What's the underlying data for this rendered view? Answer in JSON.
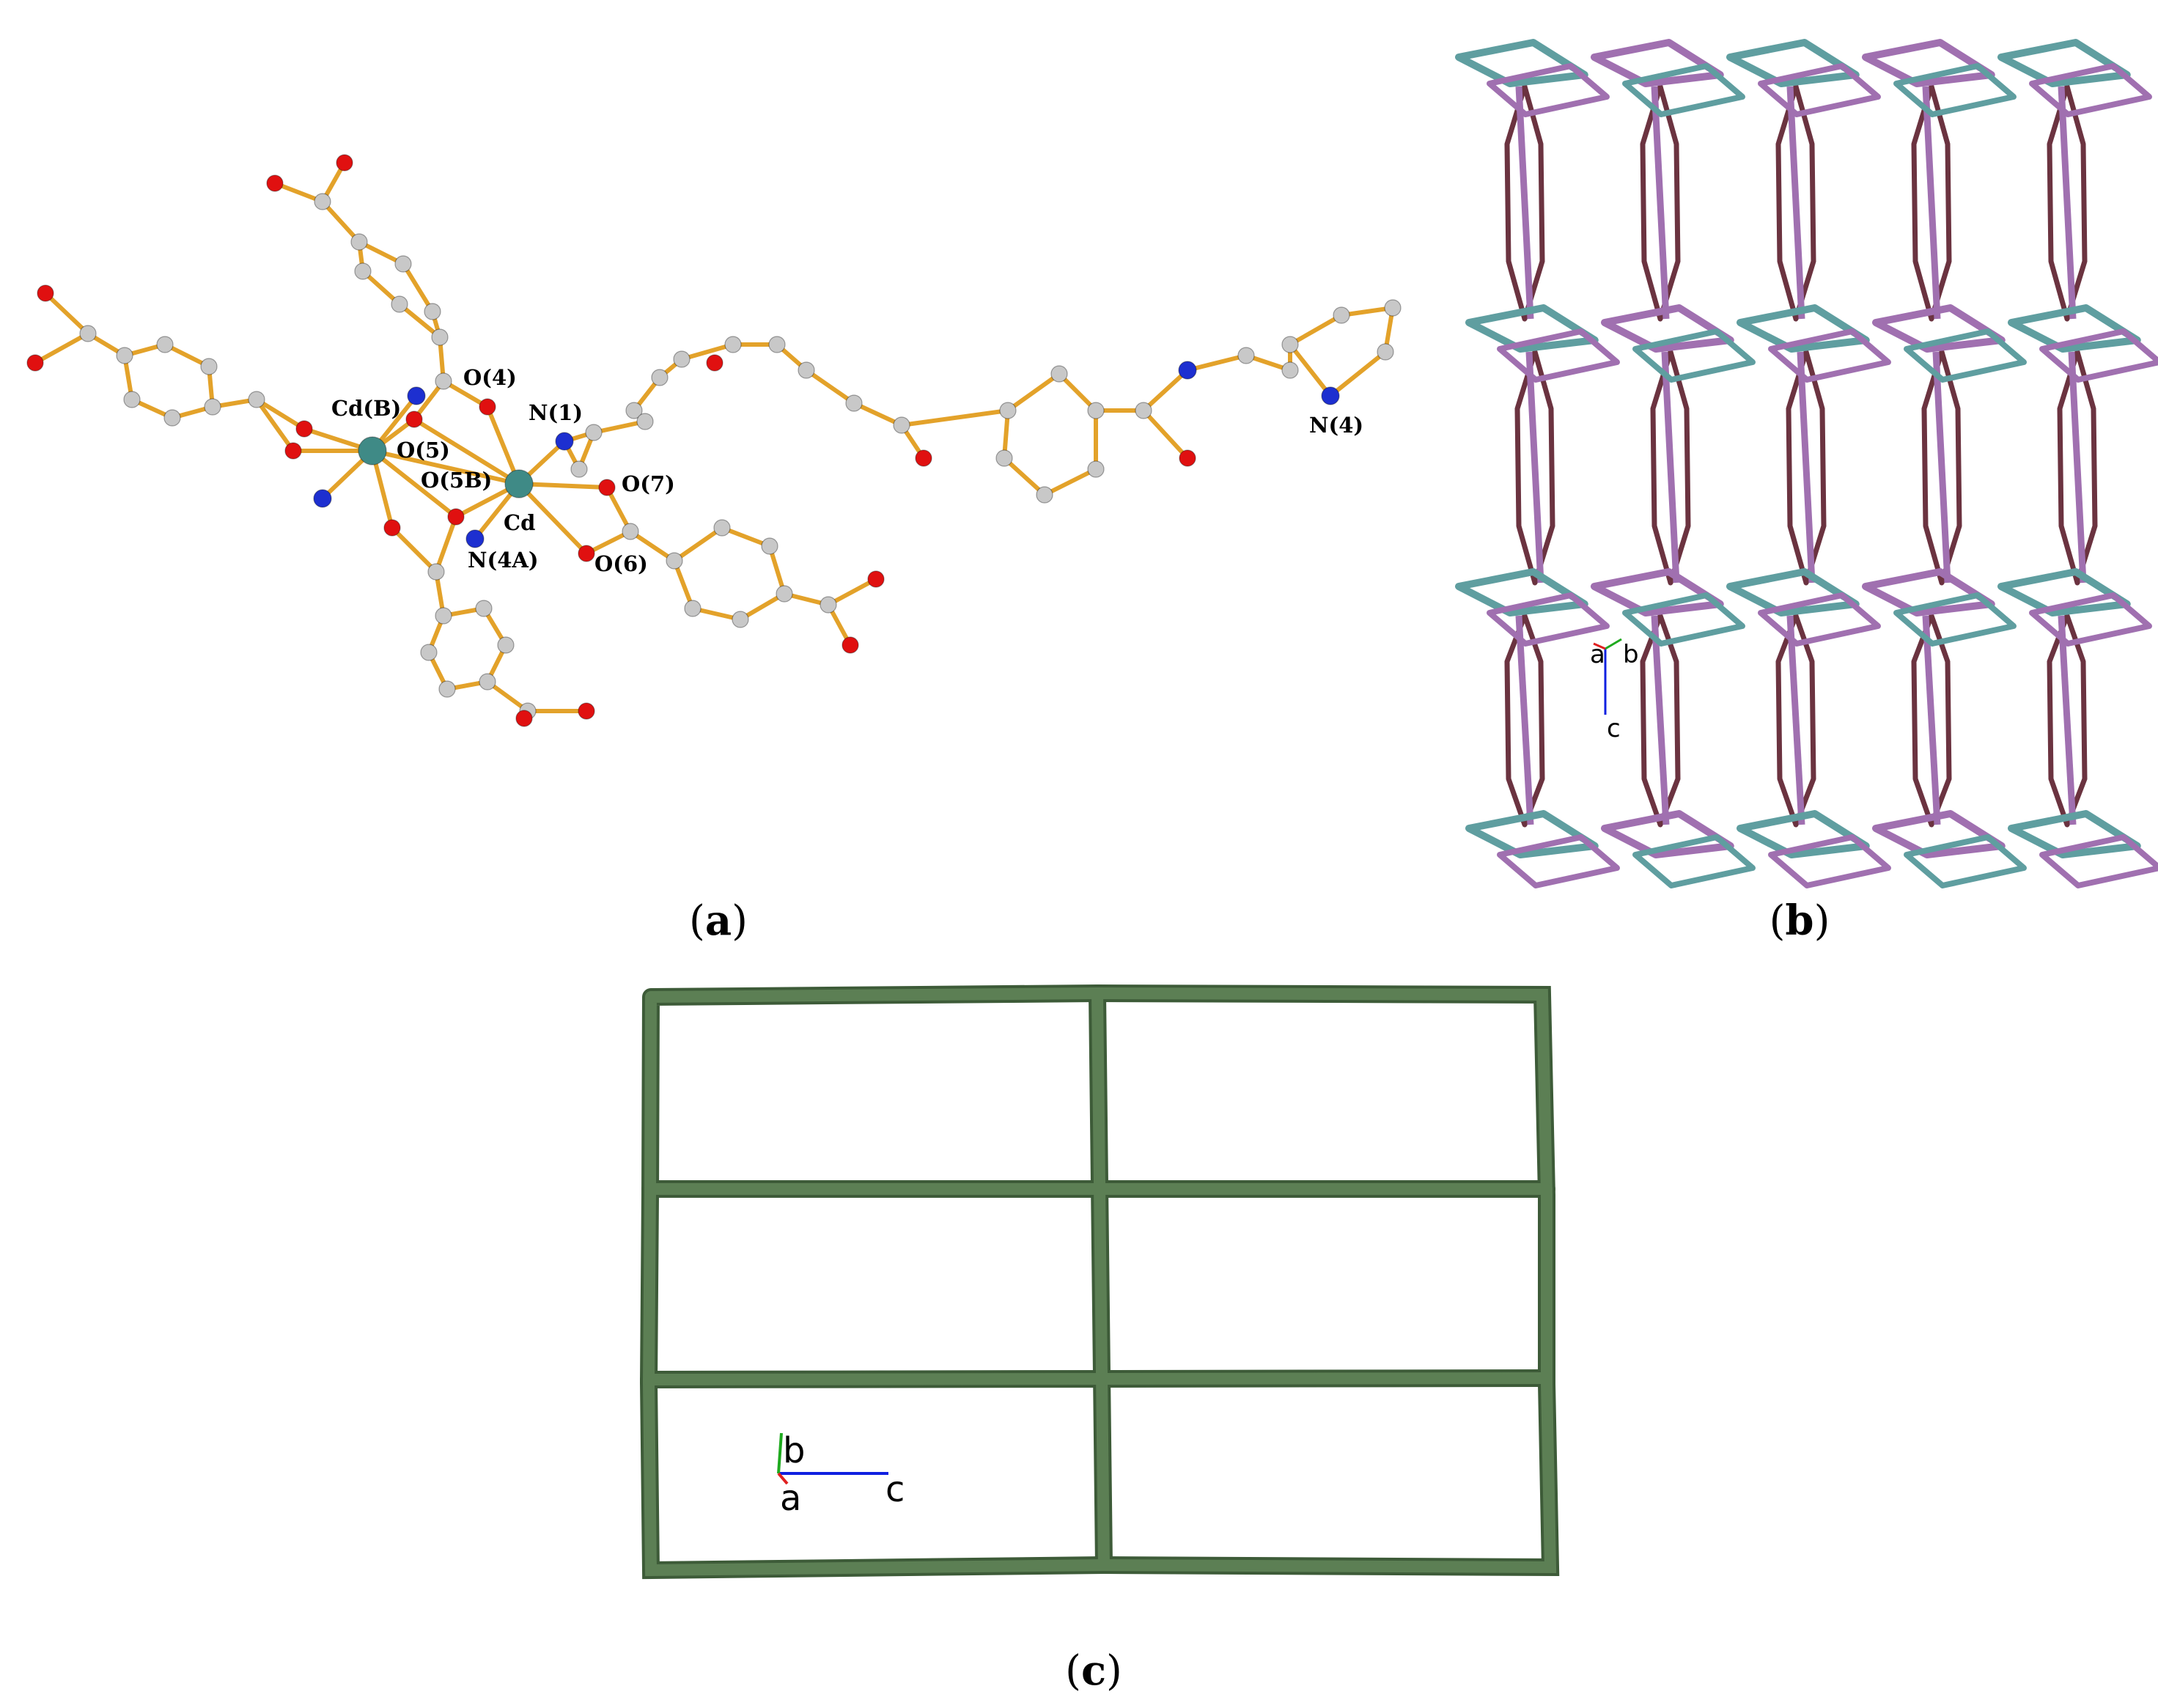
{
  "figure": {
    "panels": [
      {
        "id": "a",
        "caption_letter": "a",
        "atom_labels": [
          "Cd(B)",
          "O(4)",
          "N(1)",
          "O(5)",
          "O(5B)",
          "Cd",
          "O(7)",
          "N(4A)",
          "O(6)",
          "N(4)"
        ]
      },
      {
        "id": "b",
        "caption_letter": "b",
        "axes": {
          "a": "a",
          "b": "b",
          "c": "c"
        }
      },
      {
        "id": "c",
        "caption_letter": "c",
        "axes": {
          "a": "a",
          "b": "b",
          "c": "c"
        }
      }
    ],
    "colors": {
      "bond": "#e3a22a",
      "carbon": "#c8c8c8",
      "oxygen": "#e01010",
      "nitrogen": "#1d2fd0",
      "cadmium": "#3f8a86",
      "net_teal": "#5f9ea0",
      "net_violet": "#a070b0",
      "net_dark": "#6b3340",
      "net_green": "#4e6f48",
      "axis_red": "#e02020",
      "axis_green": "#1faa1f",
      "axis_blue": "#1020e0"
    }
  }
}
